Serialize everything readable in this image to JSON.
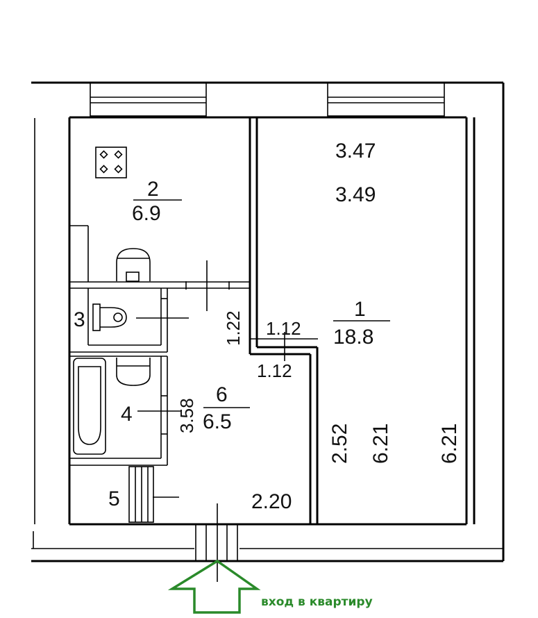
{
  "rooms": [
    {
      "number": "1",
      "area": "18.8"
    },
    {
      "number": "2",
      "area": "6.9"
    },
    {
      "number": "3"
    },
    {
      "number": "4"
    },
    {
      "number": "5"
    },
    {
      "number": "6",
      "area": "6.5"
    }
  ],
  "dimensions": {
    "room1_width_top": "3.47",
    "room1_width_bottom": "3.49",
    "room1_length_left": "6.21",
    "room1_length_right": "6.21",
    "room1_nook_width_top": "1.12",
    "room1_nook_width_bottom": "1.12",
    "room1_left_segment": "2.52",
    "corridor_top": "1.22",
    "hall_length": "3.58",
    "hall_width": "2.20"
  },
  "entrance": {
    "label": "вход в квартиру",
    "arrow_color": "#2a8a2a"
  }
}
